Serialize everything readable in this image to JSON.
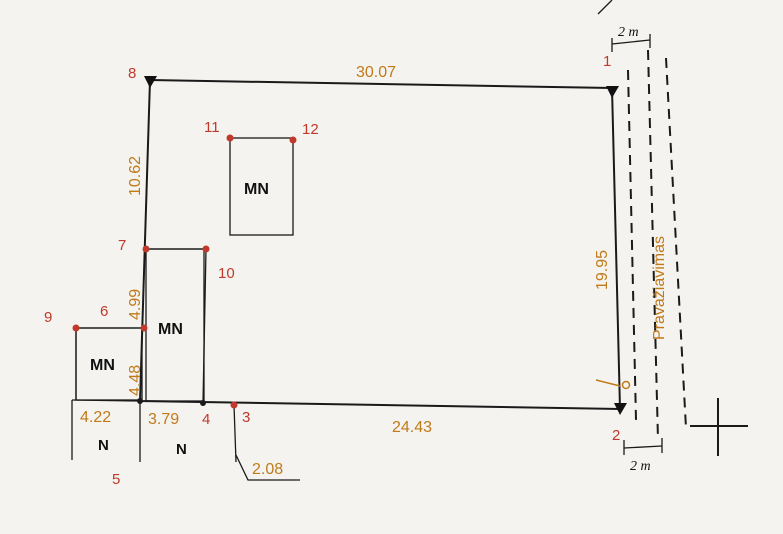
{
  "points": {
    "p1": "1",
    "p2": "2",
    "p3": "3",
    "p4": "4",
    "p5": "5",
    "p6": "6",
    "p7": "7",
    "p8": "8",
    "p9": "9",
    "p10": "10",
    "p11": "11",
    "p12": "12"
  },
  "dimensions": {
    "top": "30.07",
    "right": "19.95",
    "bottom": "24.43",
    "left_upper": "10.62",
    "left_middle": "4.99",
    "left_lower": "4.48",
    "n1_width": "4.22",
    "n2_width": "3.79",
    "offset": "2.08"
  },
  "buildings": {
    "mn_main": "MN",
    "mn_middle": "MN",
    "mn_small": "MN"
  },
  "zones": {
    "n1": "N",
    "n2": "N"
  },
  "road": {
    "label": "Pravažiavimas",
    "width_top": "2 m",
    "width_bottom": "2 m"
  }
}
